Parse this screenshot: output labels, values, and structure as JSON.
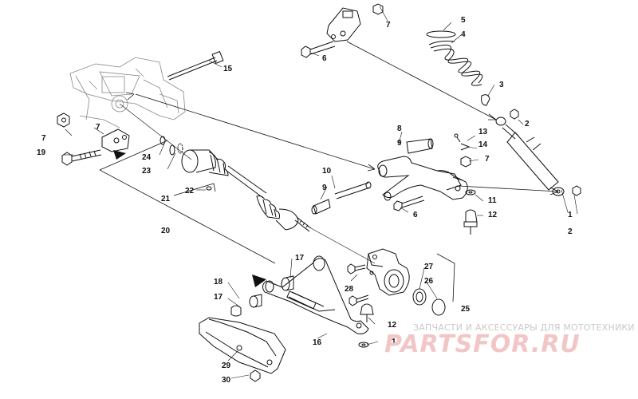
{
  "diagram": {
    "callouts": {
      "c1": "1",
      "c2a": "2",
      "c2b": "2",
      "c3": "3",
      "c4": "4",
      "c5": "5",
      "c6a": "6",
      "c6b": "6",
      "c7a": "7",
      "c7b": "7",
      "c7c": "7",
      "c7d": "7",
      "c8": "8",
      "c9a": "9",
      "c9b": "9",
      "c10": "10",
      "c11a": "11",
      "c11b": "11",
      "c12a": "12",
      "c12b": "12",
      "c13": "13",
      "c14": "14",
      "c15": "15",
      "c16": "16",
      "c17a": "17",
      "c17b": "17",
      "c18": "18",
      "c19": "19",
      "c20": "20",
      "c21": "21",
      "c22": "22",
      "c23": "23",
      "c24": "24",
      "c25": "25",
      "c26": "26",
      "c27": "27",
      "c28": "28",
      "c29": "29",
      "c30": "30"
    },
    "watermark_text": "ЗАПЧАСТИ И АКСЕССУАРЫ ДЛЯ МОТОТЕХНИКИ",
    "watermark_logo": "PARTSFOR.RU"
  }
}
